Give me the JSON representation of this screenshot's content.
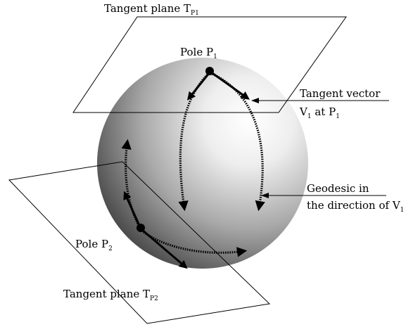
{
  "labels": {
    "tangent_plane_1": {
      "main": "Tangent plane T",
      "sub": "P1"
    },
    "pole_1": {
      "main": "Pole P",
      "sub": "1"
    },
    "tangent_vector_line1": "Tangent vector",
    "tangent_vector_line2": {
      "main": "V",
      "sub": "1",
      "mid": " at P",
      "sub2": "1"
    },
    "geodesic_line1": "Geodesic in",
    "geodesic_line2": {
      "main": "the direction of V",
      "sub": "1"
    },
    "pole_2": {
      "main": "Pole P",
      "sub": "2"
    },
    "tangent_plane_2": {
      "main": "Tangent plane T",
      "sub": "P2"
    }
  },
  "colors": {
    "ink": "#000000",
    "sphere_highlight": "#ffffff",
    "sphere_shadow": "#3a3a3a"
  }
}
